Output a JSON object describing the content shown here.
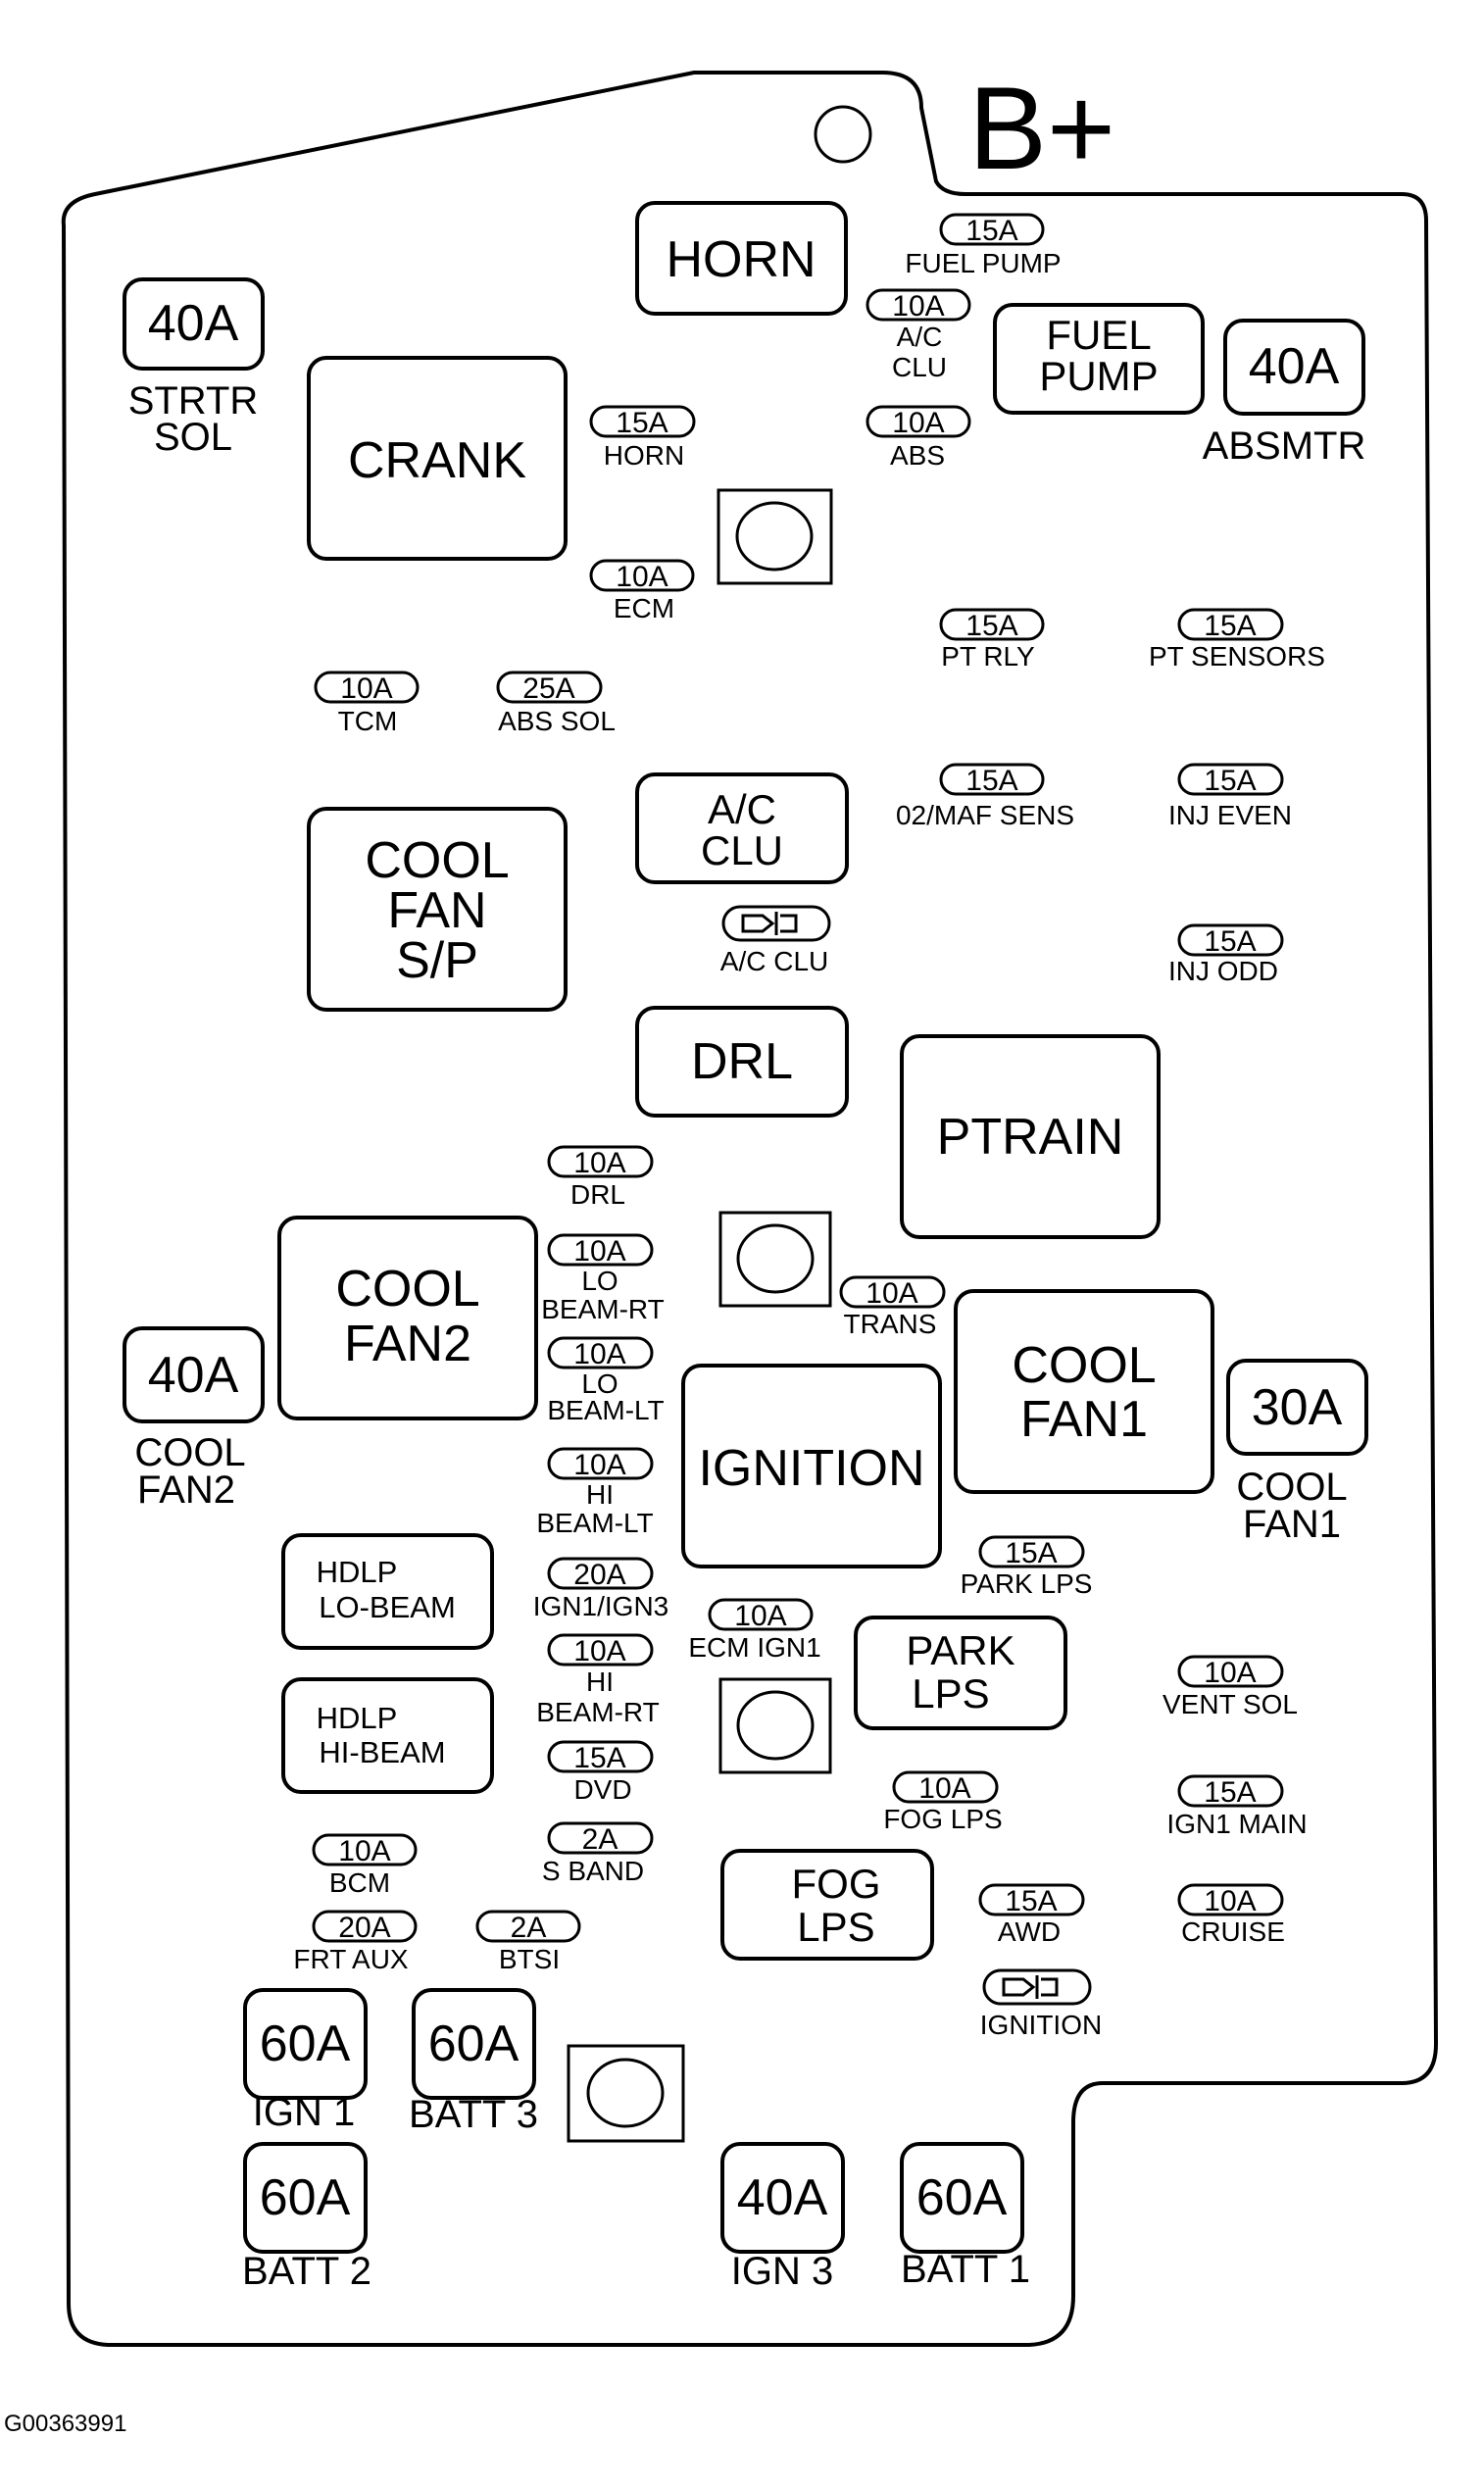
{
  "title": "B+",
  "figure_code": "G00363991",
  "relays": {
    "horn": [
      "HORN"
    ],
    "crank": [
      "CRANK"
    ],
    "fuel_pump": [
      "FUEL",
      "PUMP"
    ],
    "ac_clu": [
      "A/C",
      "CLU"
    ],
    "cool_fan_sp": [
      "COOL",
      "FAN",
      "S/P"
    ],
    "drl": [
      "DRL"
    ],
    "ptrain": [
      "PTRAIN"
    ],
    "cool_fan2": [
      "COOL",
      "FAN2"
    ],
    "ignition": [
      "IGNITION"
    ],
    "cool_fan1": [
      "COOL",
      "FAN1"
    ],
    "hdlp_lo_beam": [
      "HDLP",
      "LO-BEAM"
    ],
    "hdlp_hi_beam": [
      "HDLP",
      "HI-BEAM"
    ],
    "park_lps": [
      "PARK",
      "LPS"
    ],
    "fog_lps": [
      "FOG",
      "LPS"
    ]
  },
  "maxi_fuses": {
    "strtr_sol": {
      "rating": "40A",
      "label": [
        "STRTR",
        "SOL"
      ]
    },
    "absmtr": {
      "rating": "40A",
      "label": [
        "ABSMTR"
      ]
    },
    "cool_fan2": {
      "rating": "40A",
      "label": [
        "COOL",
        "FAN2"
      ]
    },
    "cool_fan1": {
      "rating": "30A",
      "label": [
        "COOL",
        "FAN1"
      ]
    },
    "ign1": {
      "rating": "60A",
      "label": [
        "IGN 1"
      ]
    },
    "batt3": {
      "rating": "60A",
      "label": [
        "BATT 3"
      ]
    },
    "batt2": {
      "rating": "60A",
      "label": [
        "BATT 2"
      ]
    },
    "ign3": {
      "rating": "40A",
      "label": [
        "IGN 3"
      ]
    },
    "batt1": {
      "rating": "60A",
      "label": [
        "BATT 1"
      ]
    }
  },
  "mini_fuses": {
    "fuel_pump": {
      "rating": "15A",
      "label": [
        "FUEL PUMP"
      ]
    },
    "ac_clu": {
      "rating": "10A",
      "label": [
        "A/C",
        "CLU"
      ]
    },
    "horn": {
      "rating": "15A",
      "label": [
        "HORN"
      ]
    },
    "abs": {
      "rating": "10A",
      "label": [
        "ABS"
      ]
    },
    "ecm": {
      "rating": "10A",
      "label": [
        "ECM"
      ]
    },
    "pt_rly": {
      "rating": "15A",
      "label": [
        "PT RLY"
      ]
    },
    "pt_sensors": {
      "rating": "15A",
      "label": [
        "PT SENSORS"
      ]
    },
    "tcm": {
      "rating": "10A",
      "label": [
        "TCM"
      ]
    },
    "abs_sol": {
      "rating": "25A",
      "label": [
        "ABS SOL"
      ]
    },
    "o2_maf_sens": {
      "rating": "15A",
      "label": [
        "02/MAF SENS"
      ]
    },
    "inj_even": {
      "rating": "15A",
      "label": [
        "INJ EVEN"
      ]
    },
    "inj_odd": {
      "rating": "15A",
      "label": [
        "INJ ODD"
      ]
    },
    "drl": {
      "rating": "10A",
      "label": [
        "DRL"
      ]
    },
    "lo_beam_rt": {
      "rating": "10A",
      "label": [
        "LO",
        "BEAM-RT"
      ]
    },
    "trans": {
      "rating": "10A",
      "label": [
        "TRANS"
      ]
    },
    "lo_beam_lt": {
      "rating": "10A",
      "label": [
        "LO",
        "BEAM-LT"
      ]
    },
    "hi_beam_lt": {
      "rating": "10A",
      "label": [
        "HI",
        "BEAM-LT"
      ]
    },
    "park_lps": {
      "rating": "15A",
      "label": [
        "PARK LPS"
      ]
    },
    "ign1_ign3": {
      "rating": "20A",
      "label": [
        "IGN1/IGN3"
      ]
    },
    "ecm_ign1": {
      "rating": "10A",
      "label": [
        "ECM IGN1"
      ]
    },
    "hi_beam_rt": {
      "rating": "10A",
      "label": [
        "HI",
        "BEAM-RT"
      ]
    },
    "vent_sol": {
      "rating": "10A",
      "label": [
        "VENT SOL"
      ]
    },
    "dvd": {
      "rating": "15A",
      "label": [
        "DVD"
      ]
    },
    "fog_lps": {
      "rating": "10A",
      "label": [
        "FOG LPS"
      ]
    },
    "ign1_main": {
      "rating": "15A",
      "label": [
        "IGN1 MAIN"
      ]
    },
    "bcm": {
      "rating": "10A",
      "label": [
        "BCM"
      ]
    },
    "s_band": {
      "rating": "2A",
      "label": [
        "S BAND"
      ]
    },
    "frt_aux": {
      "rating": "20A",
      "label": [
        "FRT AUX"
      ]
    },
    "btsi": {
      "rating": "2A",
      "label": [
        "BTSI"
      ]
    },
    "awd": {
      "rating": "15A",
      "label": [
        "AWD"
      ]
    },
    "cruise": {
      "rating": "10A",
      "label": [
        "CRUISE"
      ]
    }
  },
  "diodes": {
    "ac_clu": {
      "label": [
        "A/C CLU"
      ]
    },
    "ignition": {
      "label": [
        "IGNITION"
      ]
    }
  }
}
